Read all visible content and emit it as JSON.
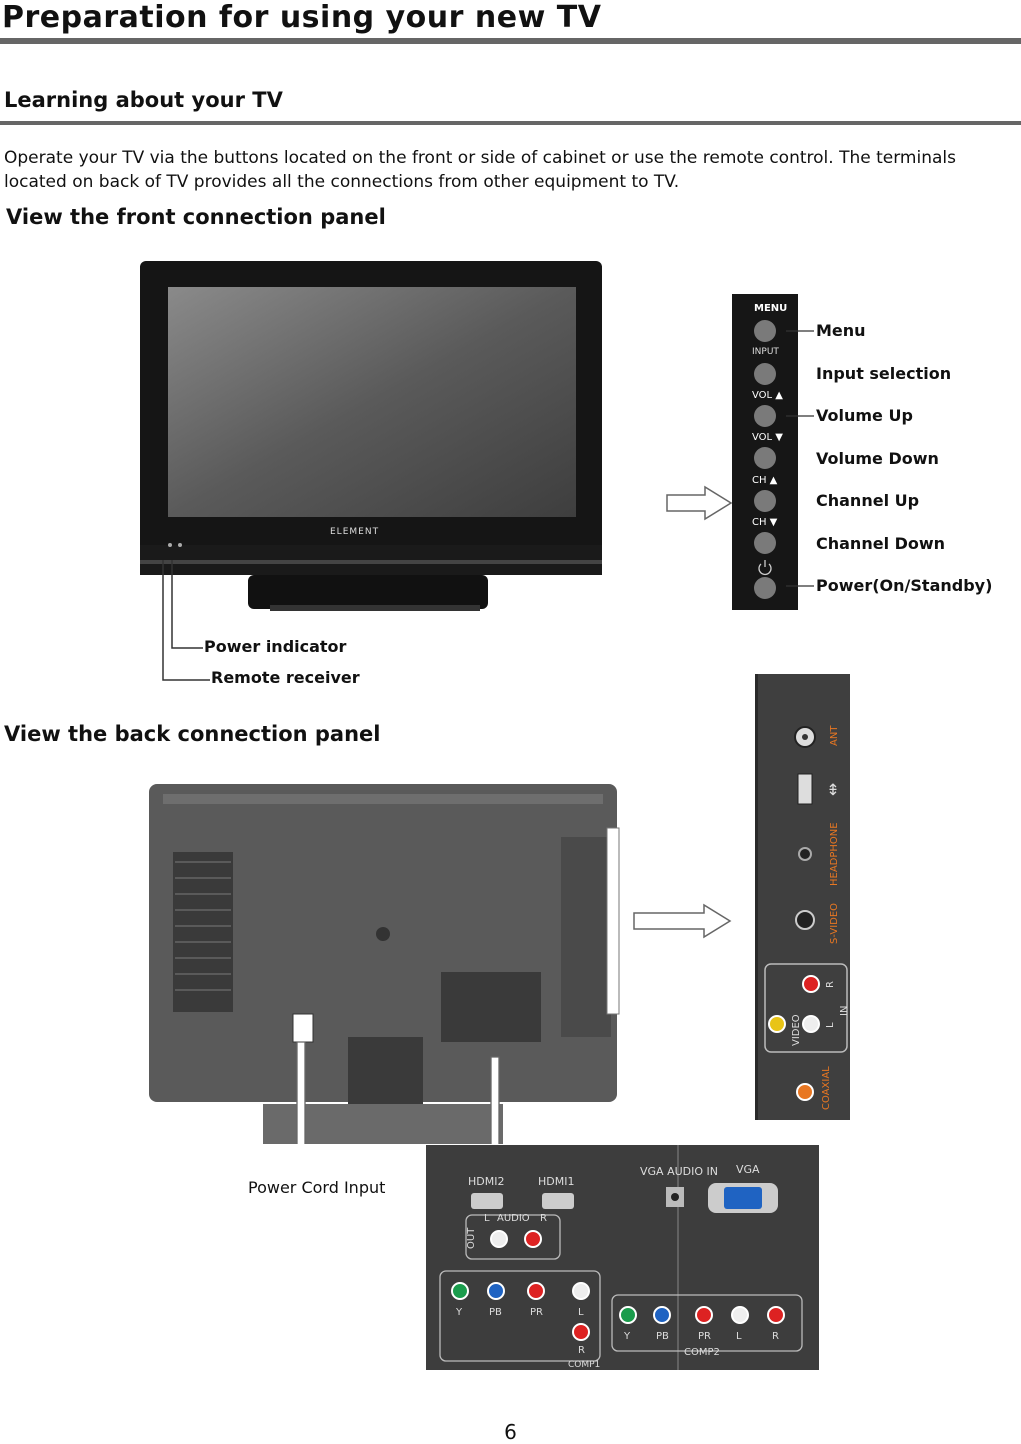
{
  "page_title": "Preparation for using your new TV",
  "section_title": "Learning about your TV",
  "intro_text": "Operate your TV via the buttons located on the front or side of cabinet or use the remote control. The terminals located on back of TV provides all the connections from other equipment to TV.",
  "front_panel": {
    "heading": "View the front connection panel",
    "brand_logo": "ELEMENT",
    "side_panel_labels": [
      "MENU",
      "INPUT",
      "VOL ▲",
      "VOL ▼",
      "CH ▲",
      "CH ▼"
    ],
    "buttons": [
      {
        "label": "Menu"
      },
      {
        "label": "Input selection"
      },
      {
        "label": "Volume Up"
      },
      {
        "label": "Volume Down"
      },
      {
        "label": "Channel Up"
      },
      {
        "label": "Channel Down"
      },
      {
        "label": "Power(On/Standby)"
      }
    ],
    "power_indicator": "Power  indicator",
    "remote_receiver": "Remote receiver"
  },
  "back_panel": {
    "heading": "View the back connection panel",
    "power_cord": "Power Cord Input",
    "side_jacks": {
      "ant": "ANT",
      "headphone": "HEADPHONE",
      "svideo": "S-VIDEO",
      "video": "VIDEO",
      "l": "L",
      "r": "R",
      "in": "IN",
      "coaxial": "COAXIAL"
    },
    "rear_jacks": {
      "hdmi2": "HDMI2",
      "hdmi1": "HDMI1",
      "vga_audio_in": "VGA AUDIO IN",
      "vga": "VGA",
      "audio": "AUDIO",
      "audio_l": "L",
      "audio_r": "R",
      "out": "OUT",
      "comp1_labels": [
        "Y",
        "PB",
        "PR",
        "L",
        "R"
      ],
      "comp1": "COMP1",
      "comp2_labels": [
        "Y",
        "PB",
        "PR",
        "L",
        "R"
      ],
      "comp2": "COMP2"
    }
  },
  "page_number": "6"
}
